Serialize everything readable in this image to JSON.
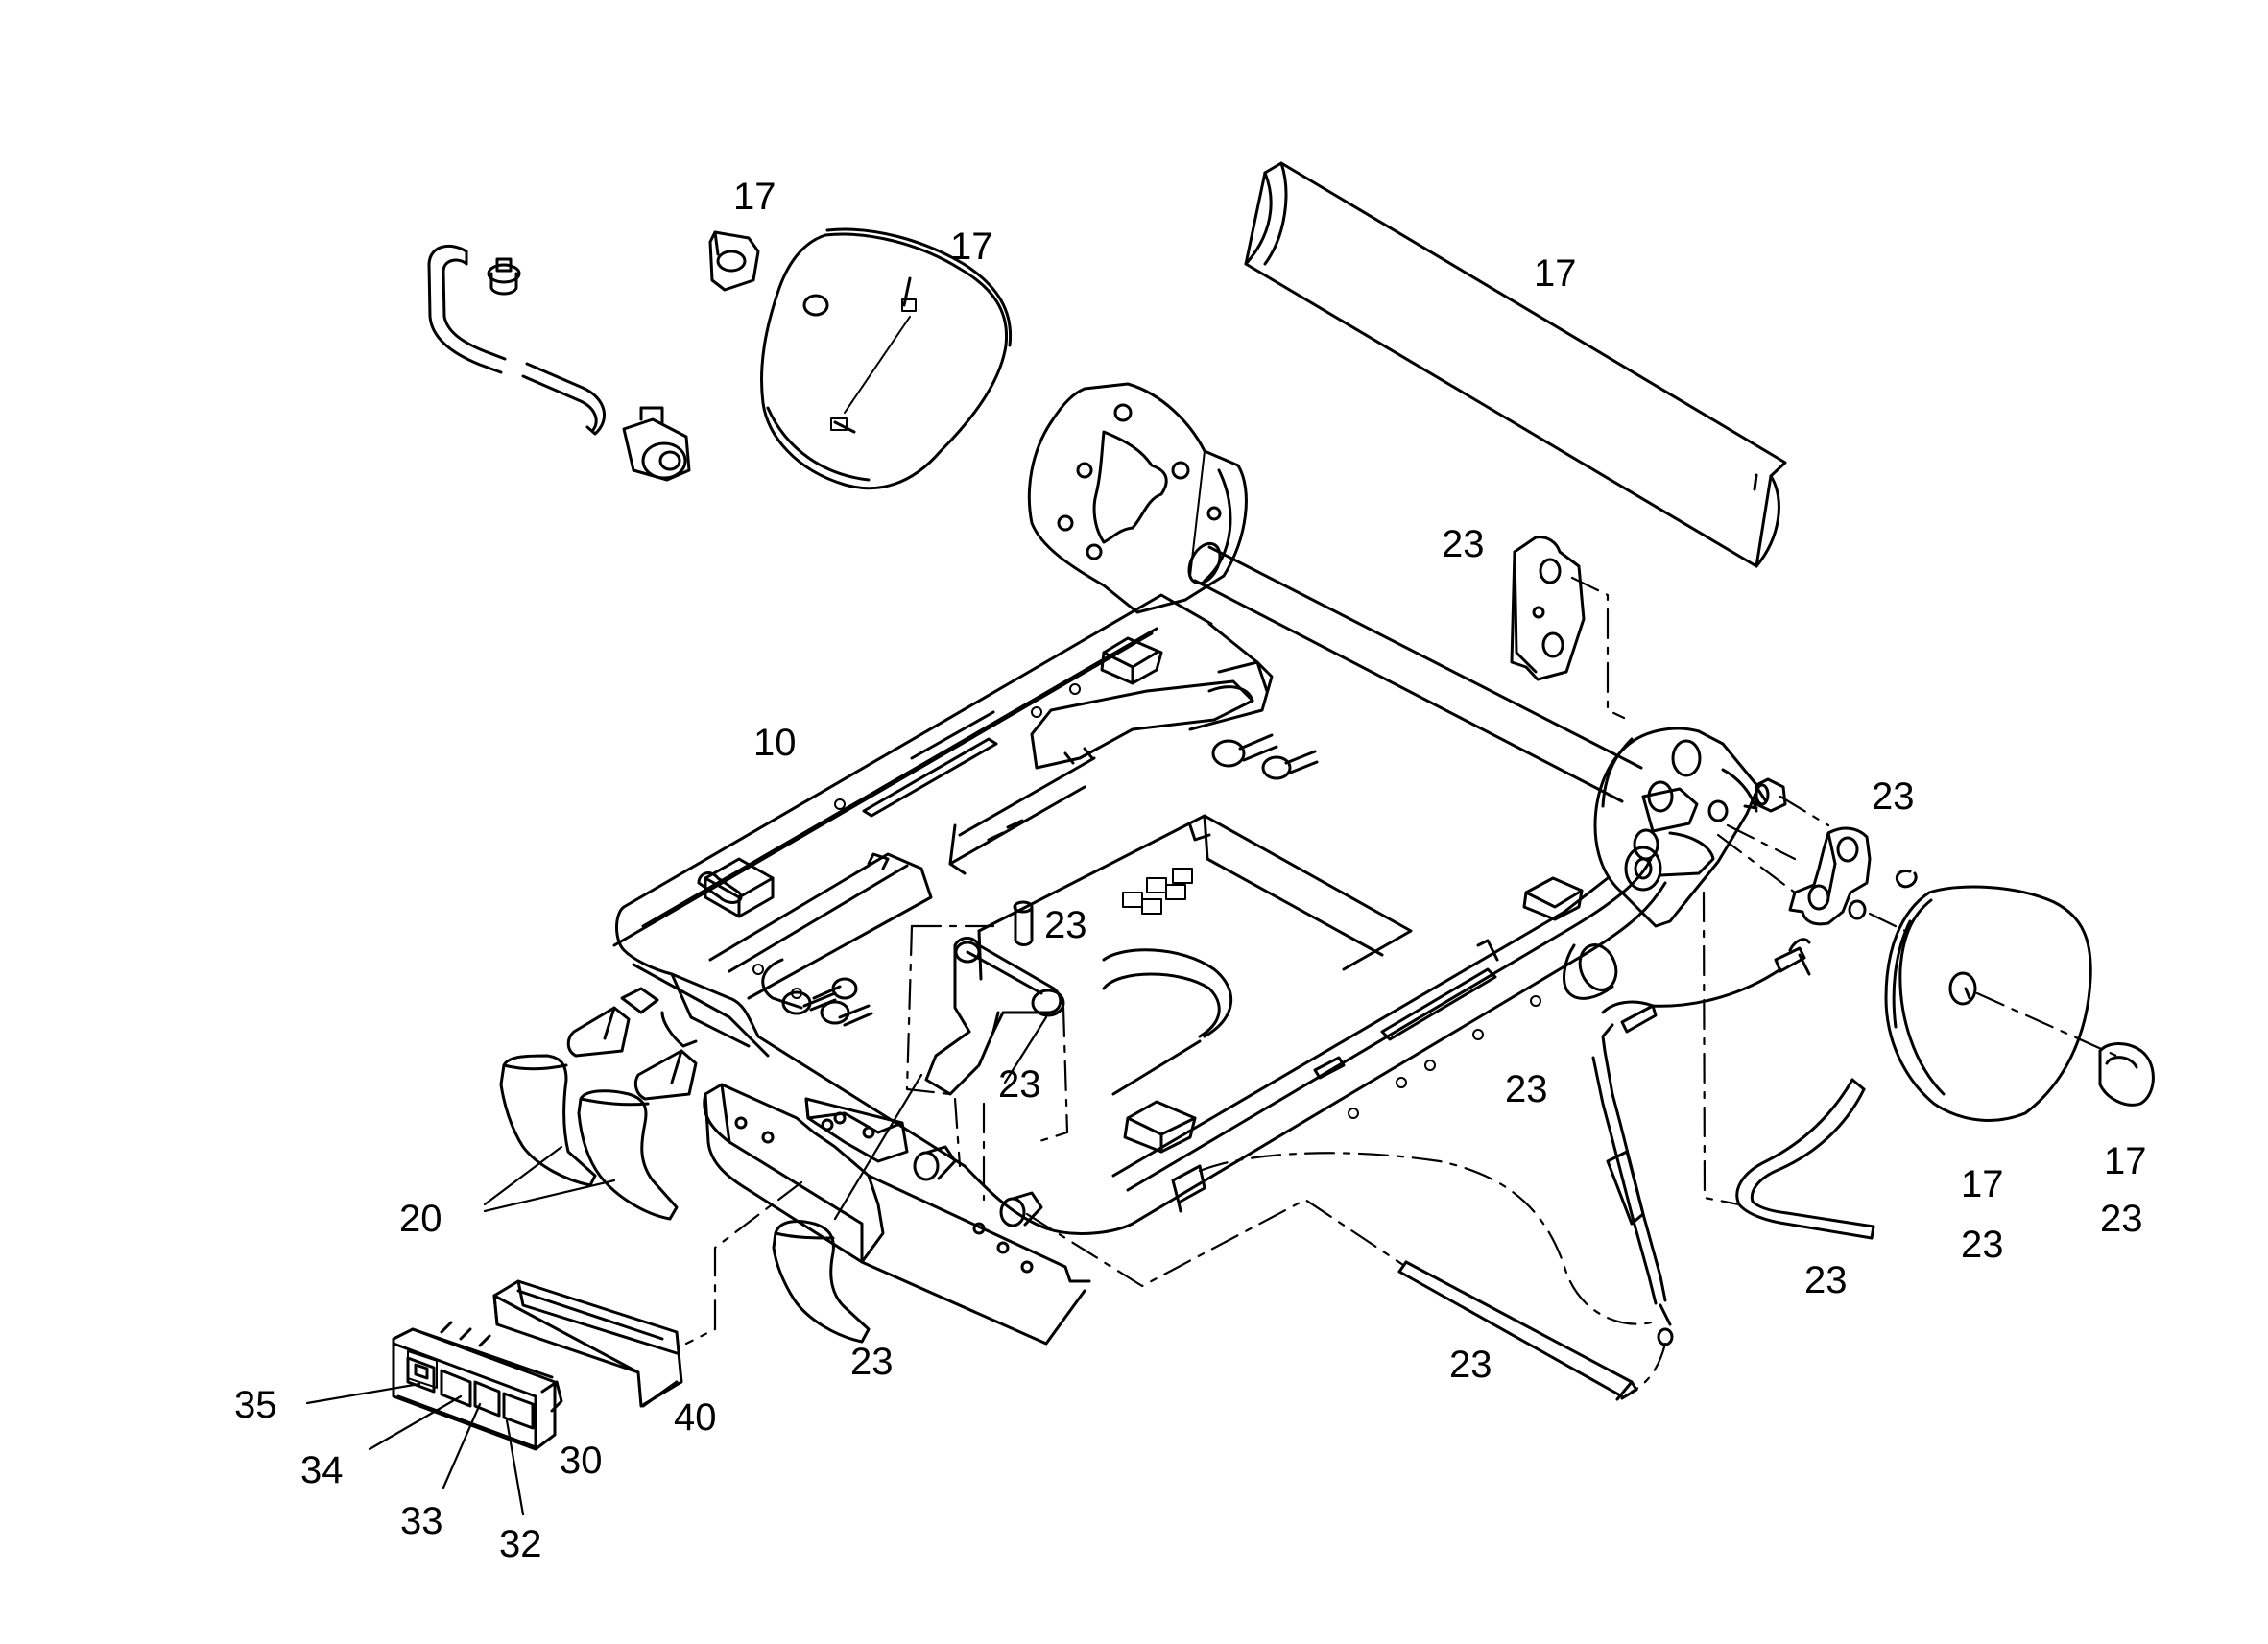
{
  "callouts": {
    "c1": "17",
    "c2": "17",
    "c3": "17",
    "c4": "10",
    "c5": "23",
    "c6": "23",
    "c7": "23",
    "c8": "23",
    "c9": "23",
    "c10": "23",
    "c11": "17",
    "c12": "23",
    "c13": "17",
    "c14": "23",
    "c15": "20",
    "c16": "23",
    "c17": "23",
    "c18": "23",
    "c19": "35",
    "c20": "34",
    "c21": "33",
    "c22": "32",
    "c23": "30",
    "c24": "40"
  }
}
